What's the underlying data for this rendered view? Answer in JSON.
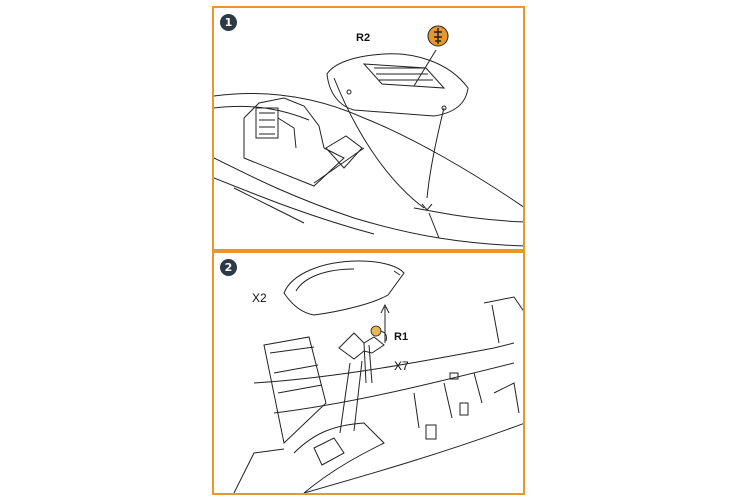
{
  "steps": [
    {
      "number": "1",
      "labels": {
        "part_r2": "R2"
      }
    },
    {
      "number": "2",
      "labels": {
        "part_x2": "X2",
        "part_r1": "R1",
        "part_x7": "X7"
      }
    }
  ],
  "colors": {
    "frame": "#e8962e",
    "badge": "#2d3a45",
    "marker": "#e8962e",
    "resin_dot": "#e8b45c",
    "line": "#222222"
  },
  "icons": {
    "glue": "glue-drop-icon"
  }
}
